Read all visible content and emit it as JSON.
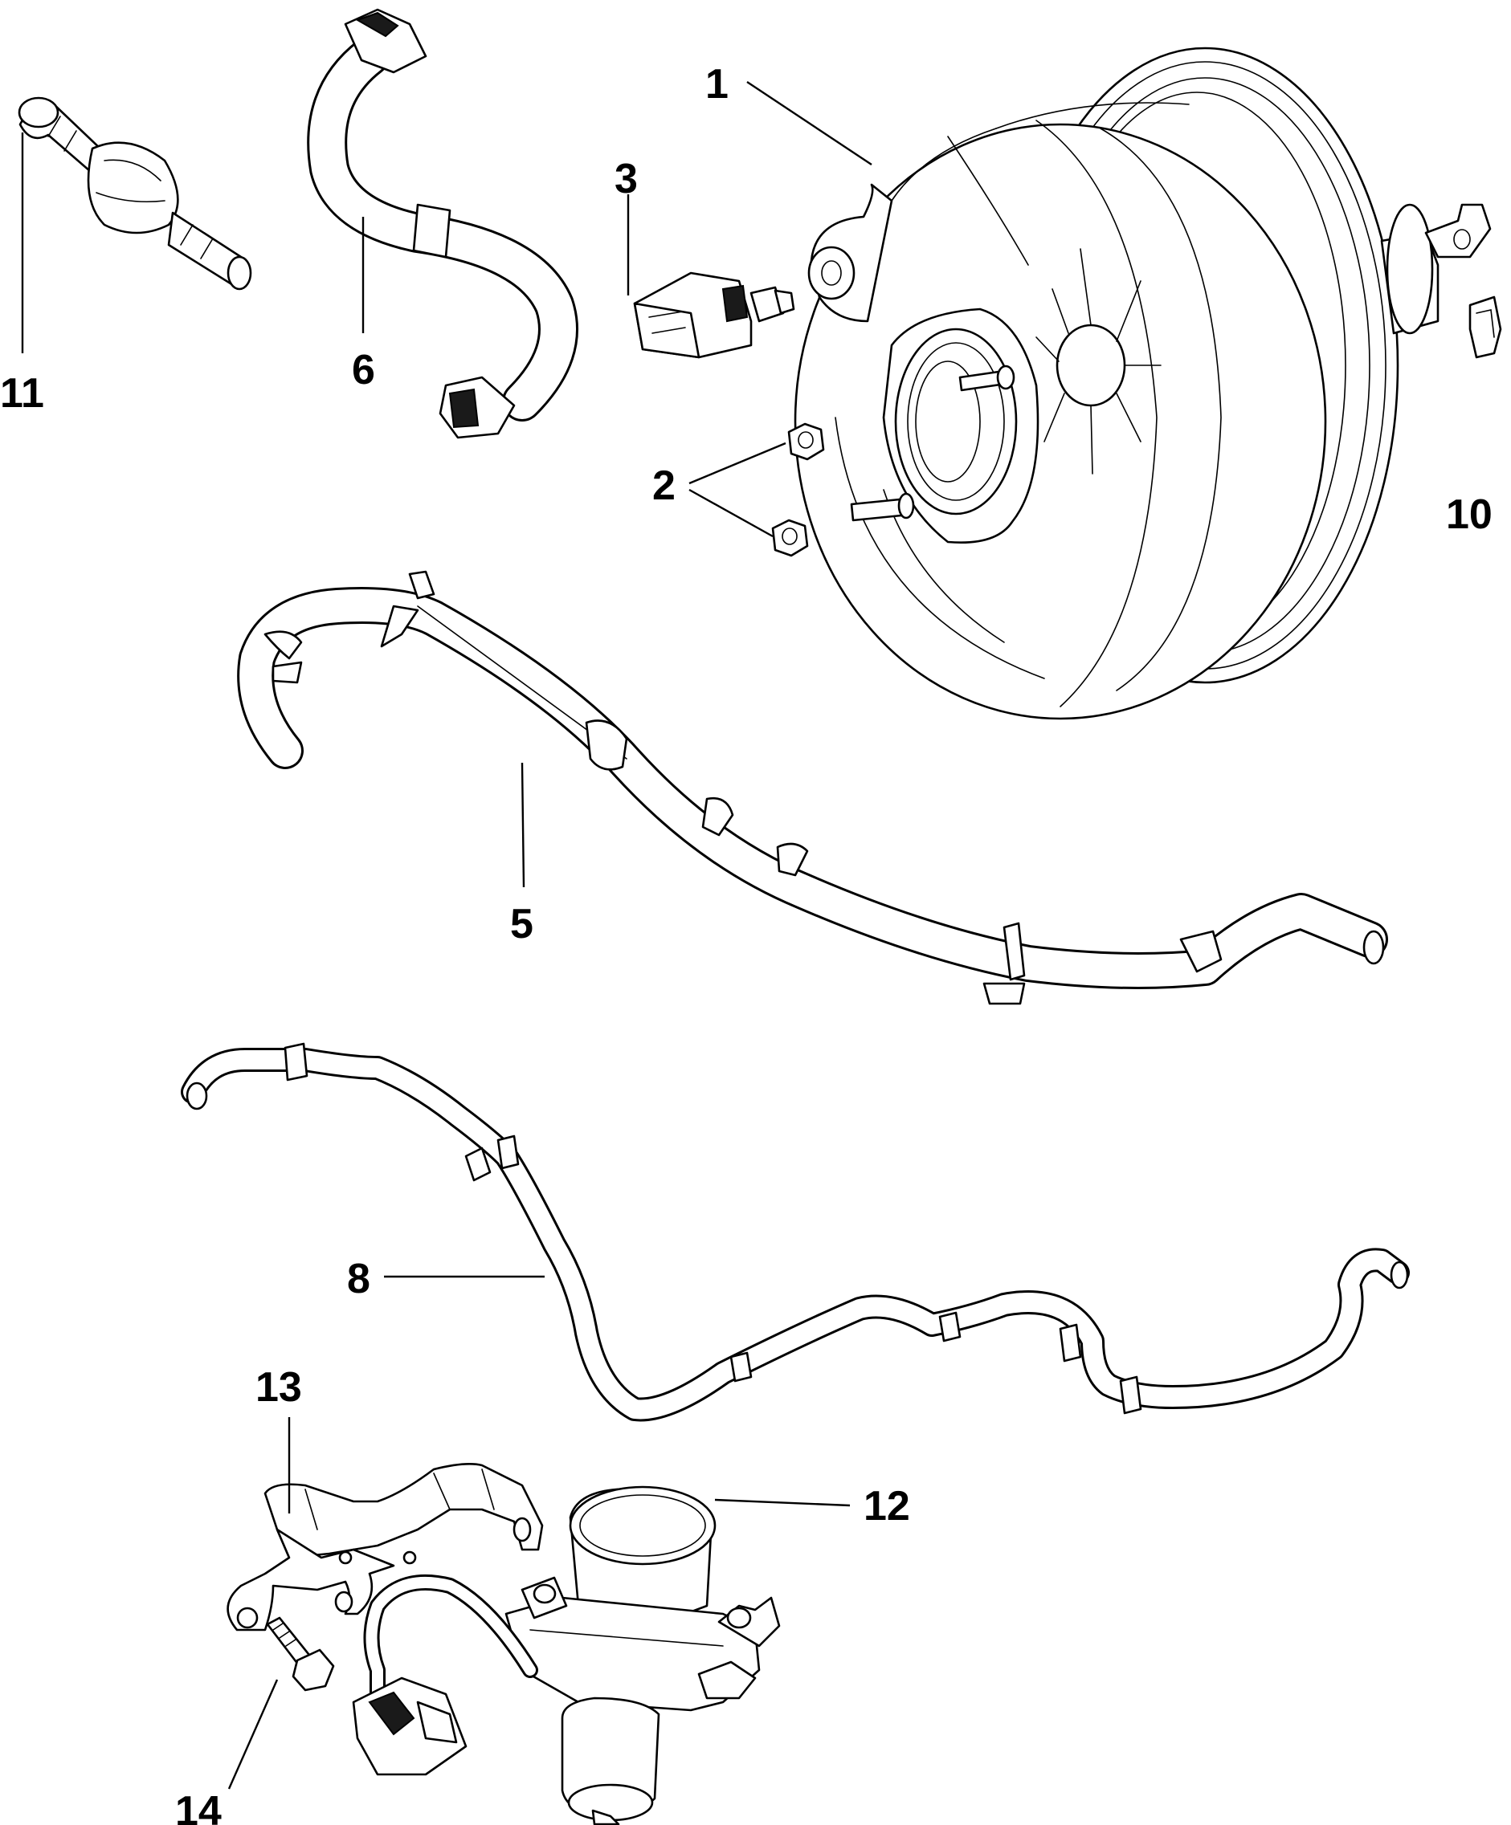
{
  "callouts": [
    {
      "id": "1",
      "label": "1"
    },
    {
      "id": "2",
      "label": "2"
    },
    {
      "id": "3",
      "label": "3"
    },
    {
      "id": "5",
      "label": "5"
    },
    {
      "id": "6",
      "label": "6"
    },
    {
      "id": "8",
      "label": "8"
    },
    {
      "id": "10",
      "label": "10"
    },
    {
      "id": "11",
      "label": "11"
    },
    {
      "id": "12",
      "label": "12"
    },
    {
      "id": "13",
      "label": "13"
    },
    {
      "id": "14",
      "label": "14"
    }
  ]
}
